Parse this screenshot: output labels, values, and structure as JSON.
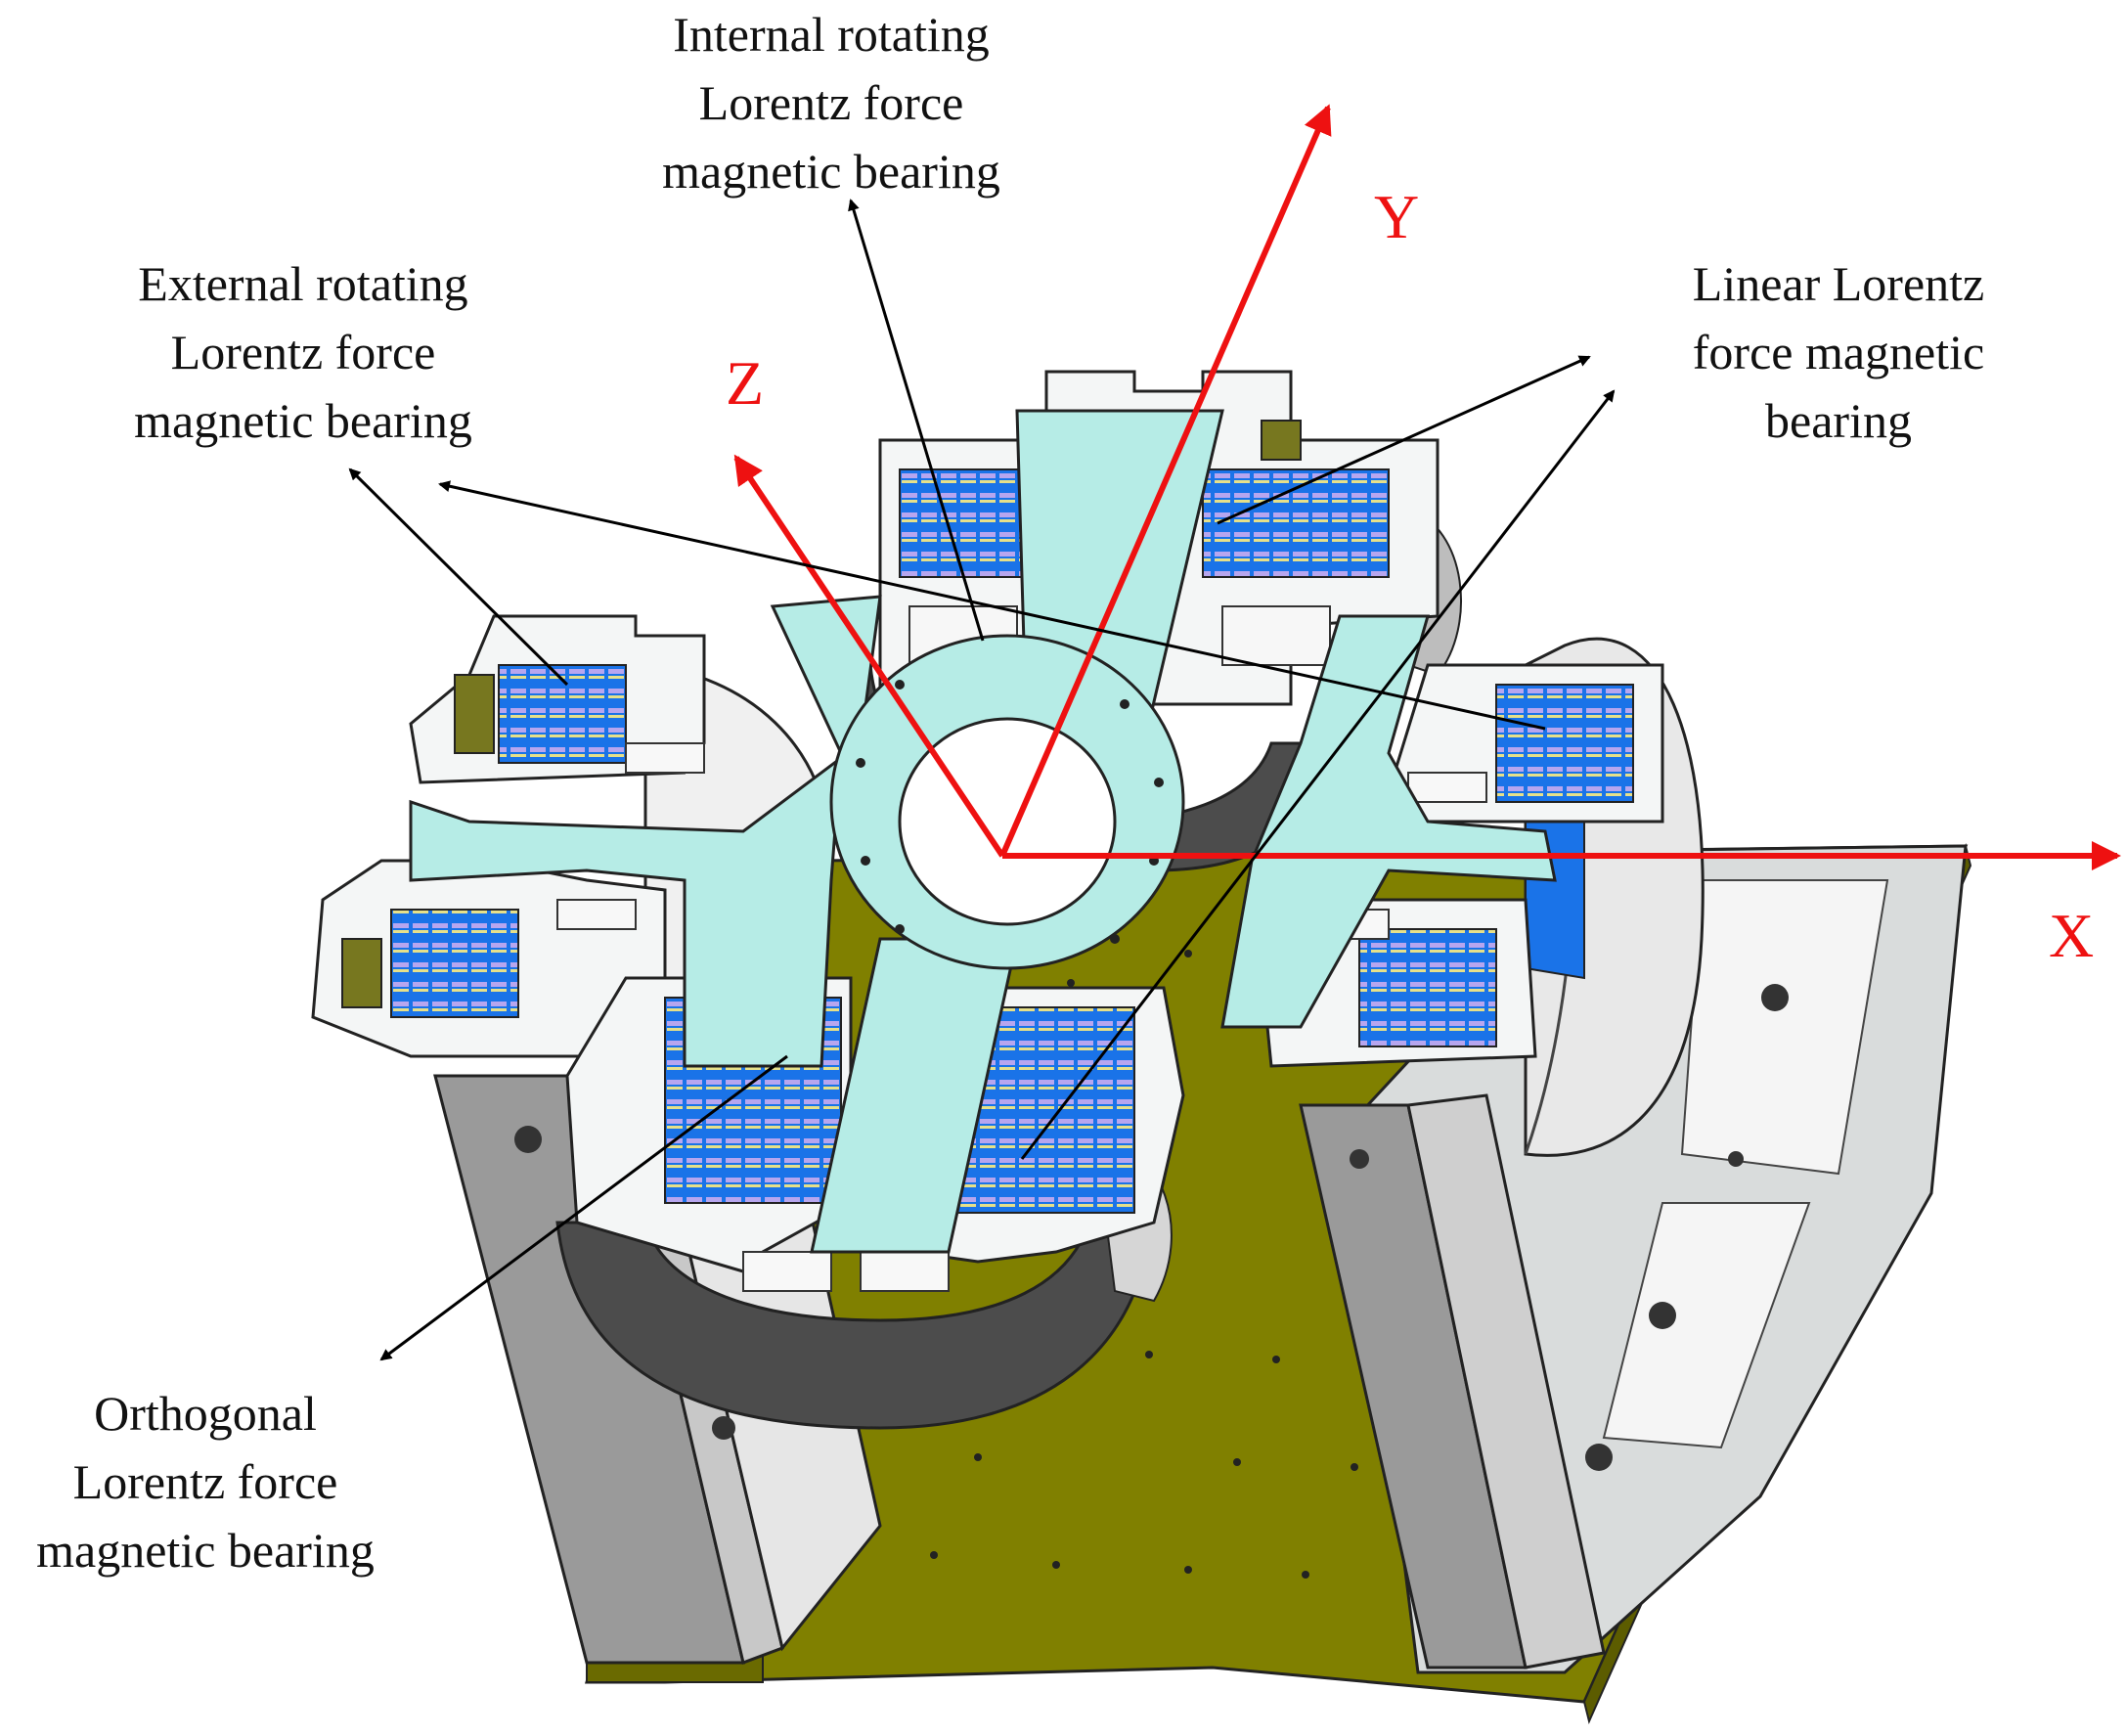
{
  "labels": {
    "internal": [
      "Internal rotating",
      "Lorentz force",
      "magnetic bearing"
    ],
    "external": [
      "External rotating",
      "Lorentz force",
      "magnetic bearing"
    ],
    "linear": [
      "Linear Lorentz",
      "force magnetic",
      "bearing"
    ],
    "orthogonal": [
      "Orthogonal",
      "Lorentz force",
      "magnetic bearing"
    ]
  },
  "axes": {
    "x": "X",
    "y": "Y",
    "z": "Z"
  },
  "colors": {
    "axis": "#ee1111",
    "base_plate": "#808000",
    "frame": "#d9dcdc",
    "arm": "#b6ece6",
    "coil_blue": "#1a73e8",
    "coil_purple": "#b7a6ef",
    "coil_yellow": "#e6e08a",
    "rotor_dark": "#4c4c4c",
    "damper_olive": "#77771f"
  }
}
